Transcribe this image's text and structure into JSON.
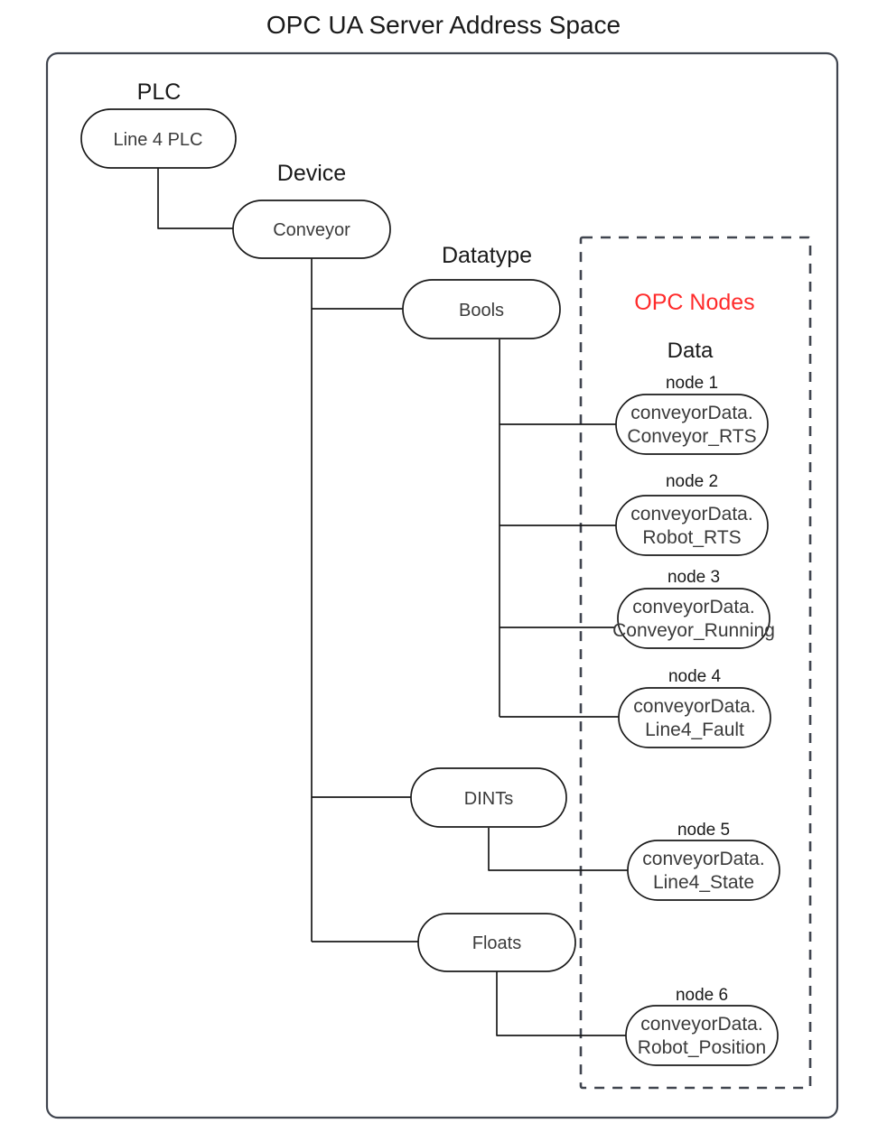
{
  "title": "OPC UA Server Address Space",
  "colors": {
    "accent_red": "#ff2b2b",
    "frame": "#40454f",
    "stroke": "#1a1a1a",
    "text": "#3b3b3b",
    "background": "#ffffff"
  },
  "group_labels": {
    "plc": "PLC",
    "device": "Device",
    "datatype": "Datatype",
    "opc_nodes": "OPC Nodes",
    "data": "Data"
  },
  "tree": {
    "plc_node": {
      "label": "Line 4 PLC"
    },
    "device_node": {
      "label": "Conveyor"
    },
    "datatypes": [
      {
        "label": "Bools"
      },
      {
        "label": "DINTs"
      },
      {
        "label": "Floats"
      }
    ]
  },
  "opc_nodes": [
    {
      "caption": "node 1",
      "line1": "conveyorData.",
      "line2": "Conveyor_RTS",
      "datatype": "Bools"
    },
    {
      "caption": "node 2",
      "line1": "conveyorData.",
      "line2": "Robot_RTS",
      "datatype": "Bools"
    },
    {
      "caption": "node 3",
      "line1": "conveyorData.",
      "line2": "Conveyor_Running",
      "datatype": "Bools"
    },
    {
      "caption": "node 4",
      "line1": "conveyorData.",
      "line2": "Line4_Fault",
      "datatype": "Bools"
    },
    {
      "caption": "node 5",
      "line1": "conveyorData.",
      "line2": "Line4_State",
      "datatype": "DINTs"
    },
    {
      "caption": "node 6",
      "line1": "conveyorData.",
      "line2": "Robot_Position",
      "datatype": "Floats"
    }
  ]
}
